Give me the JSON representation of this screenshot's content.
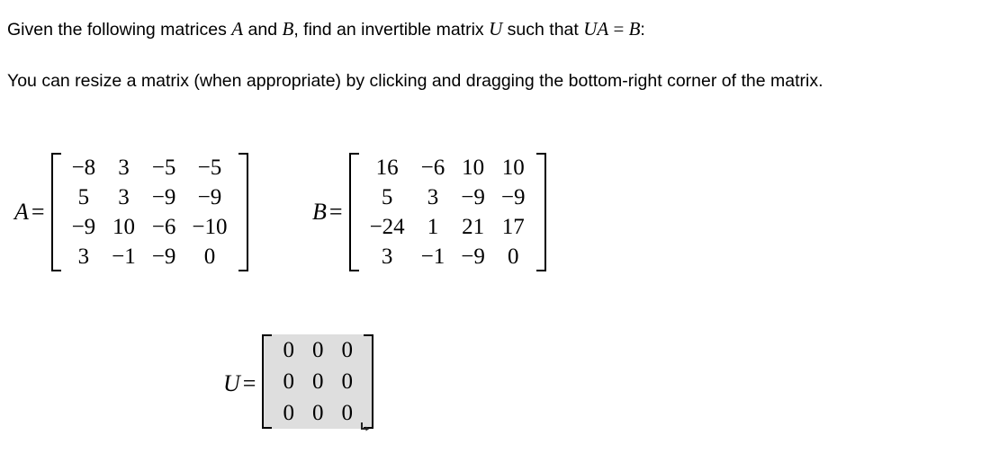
{
  "prompt": {
    "part1": "Given the following matrices ",
    "var_a": "A",
    "part2": " and ",
    "var_b": "B",
    "part3": ", find an invertible matrix ",
    "var_u": "U",
    "part4": " such that ",
    "equation": "UA",
    "eq_rel": " = ",
    "eq_rhs": "B",
    "part5": ":"
  },
  "hint": {
    "text": "You can resize a matrix (when appropriate) by clicking and dragging the bottom-right corner of the matrix."
  },
  "matrix_a": {
    "label": "A",
    "equals": "=",
    "rows": [
      [
        "−8",
        "3",
        "−5",
        "−5"
      ],
      [
        "5",
        "3",
        "−9",
        "−9"
      ],
      [
        "−9",
        "10",
        "−6",
        "−10"
      ],
      [
        "3",
        "−1",
        "−9",
        "0"
      ]
    ]
  },
  "matrix_b": {
    "label": "B",
    "equals": "=",
    "rows": [
      [
        "16",
        "−6",
        "10",
        "10"
      ],
      [
        "5",
        "3",
        "−9",
        "−9"
      ],
      [
        "−24",
        "1",
        "21",
        "17"
      ],
      [
        "3",
        "−1",
        "−9",
        "0"
      ]
    ]
  },
  "matrix_u": {
    "label": "U",
    "equals": "=",
    "field_background": "#dedede",
    "resize_handle_icon": "resize-corner-icon",
    "rows": [
      [
        "0",
        "0",
        "0"
      ],
      [
        "0",
        "0",
        "0"
      ],
      [
        "0",
        "0",
        "0"
      ]
    ]
  }
}
